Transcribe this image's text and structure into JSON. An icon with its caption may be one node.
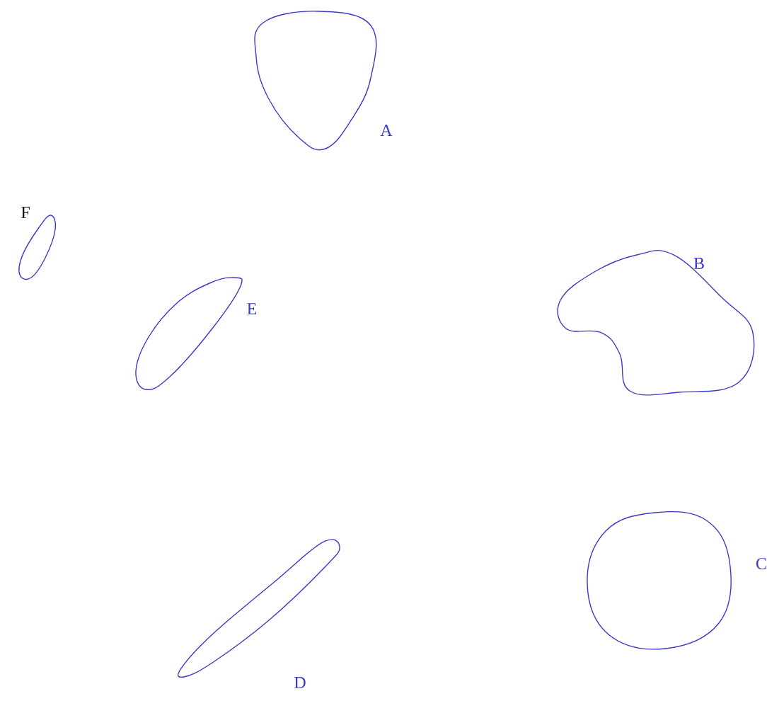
{
  "diagram": {
    "nodes": [
      {
        "text": [
          "A"
        ]
      },
      {
        "text": [
          "F"
        ]
      },
      {
        "text": [
          "E"
        ]
      },
      {
        "text": [
          "B"
        ]
      },
      {
        "text": [
          "C"
        ]
      },
      {
        "text": [
          "D"
        ]
      }
    ]
  }
}
